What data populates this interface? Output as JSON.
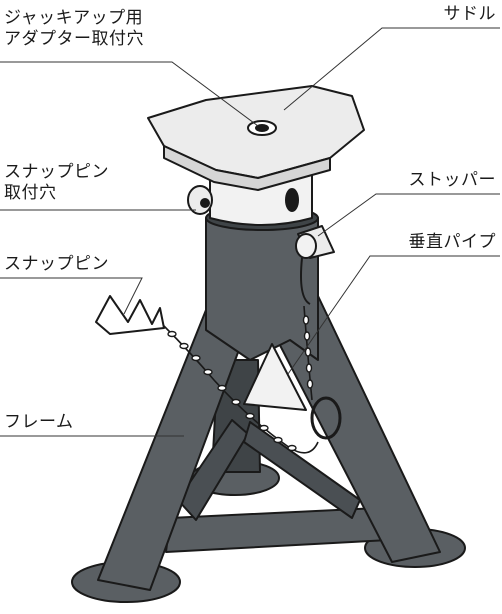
{
  "labels": {
    "jack_adapter_hole": [
      "ジャッキアップ用",
      "アダプター取付穴"
    ],
    "saddle": "サドル",
    "snap_pin_hole": [
      "スナップピン",
      "取付穴"
    ],
    "stopper": "ストッパー",
    "snap_pin": "スナップピン",
    "vertical_pipe": "垂直パイプ",
    "frame": "フレーム"
  },
  "colors": {
    "frame": "#5a5f63",
    "frame_dark": "#3f4447",
    "saddle": "#ececec",
    "pipe": "#f2f2f2",
    "outline": "#1a1a1a",
    "leader": "#333333"
  }
}
